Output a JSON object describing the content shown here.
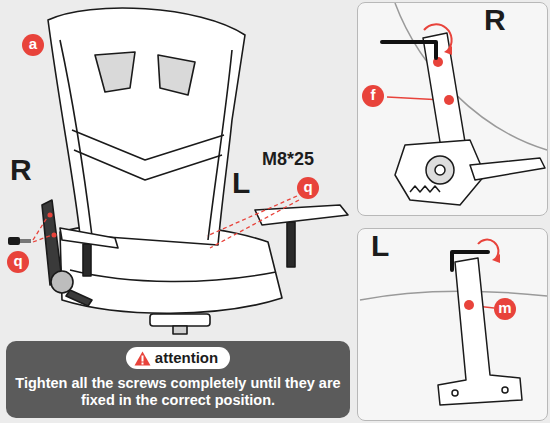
{
  "diagram": {
    "nodes": [
      {
        "text": [
          "R"
        ]
      },
      {
        "text": [
          "L"
        ]
      },
      {
        "text": [
          "Tighten all the screws completely until they are fixed in the correct position."
        ]
      },
      {
        "text": [
          "attention"
        ],
        "in": 2
      }
    ],
    "labels": [
      "a",
      "R",
      "L",
      "M8*25",
      "q",
      "q",
      "f",
      "m"
    ]
  }
}
